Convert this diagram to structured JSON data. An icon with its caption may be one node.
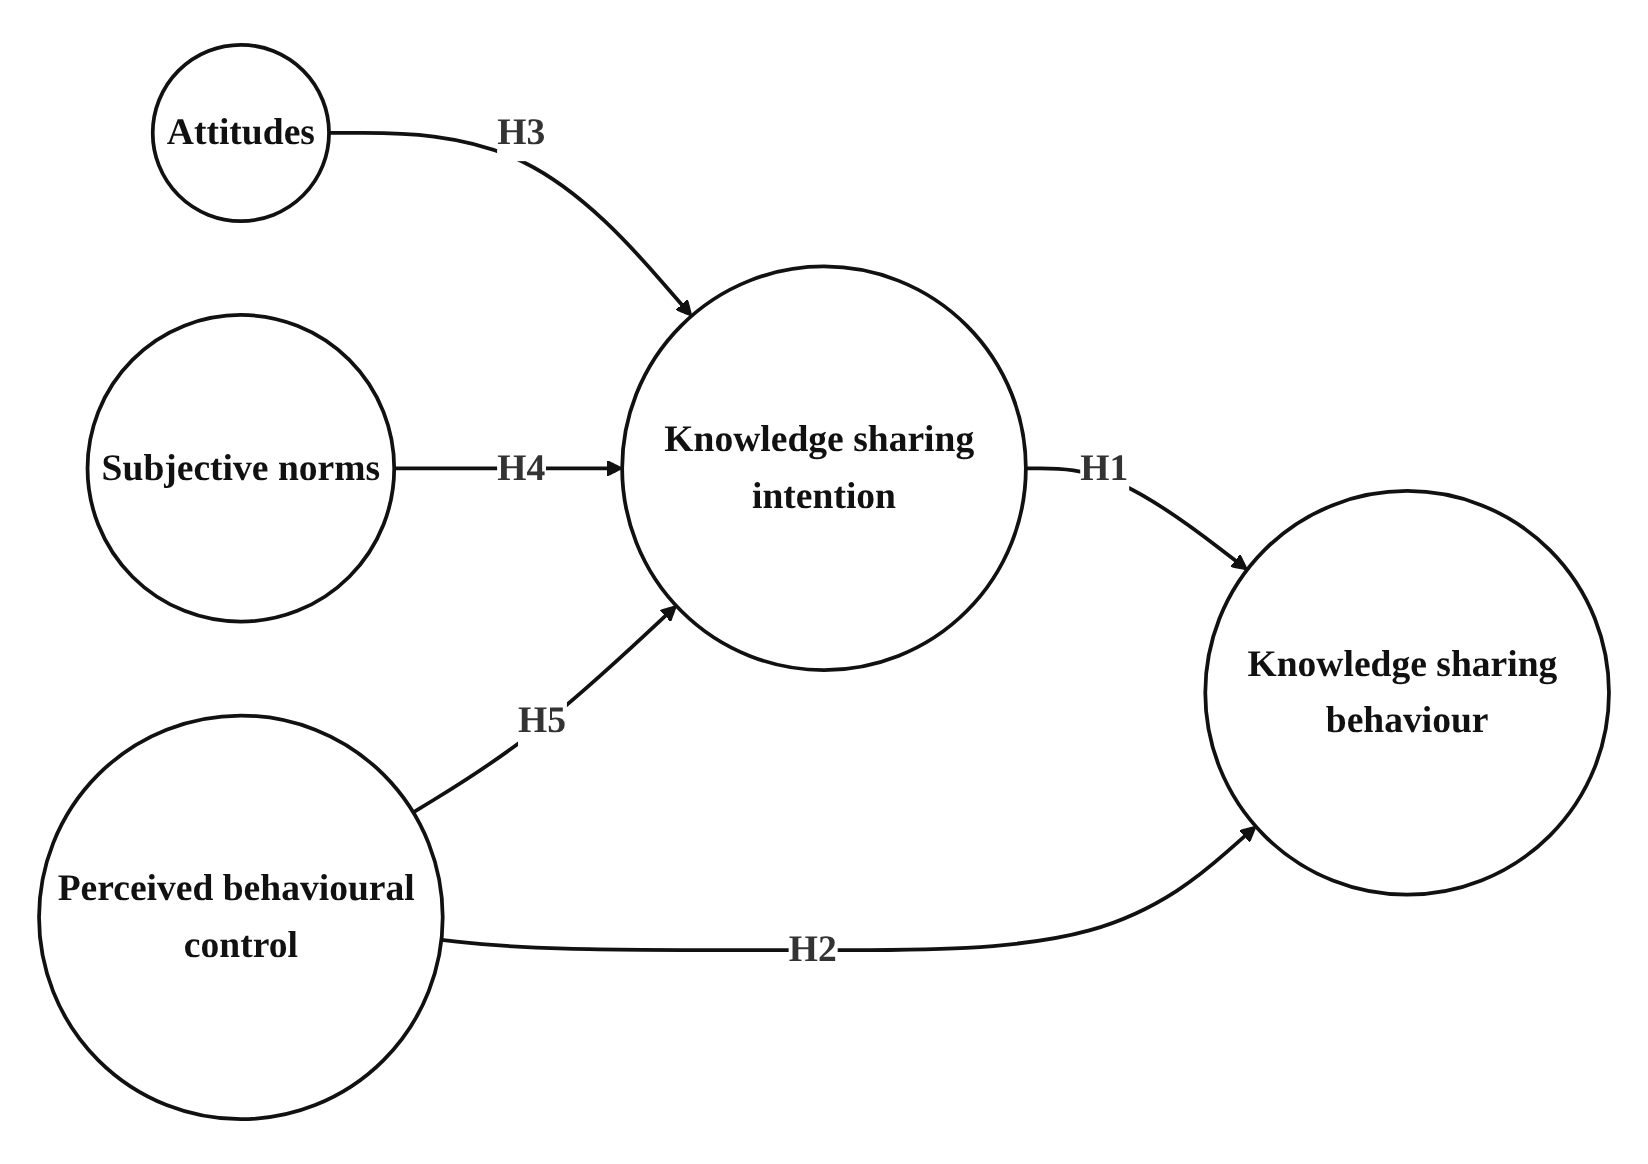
{
  "diagram": {
    "nodes": [
      {
        "text": [
          "Attitudes"
        ]
      },
      {
        "text": [
          "Subjective norms"
        ]
      },
      {
        "text": [
          "Knowledge sharing intention"
        ]
      },
      {
        "text": [
          "Knowledge sharing behaviour"
        ]
      },
      {
        "text": [
          "Perceived behavioural control"
        ]
      }
    ],
    "edges": [
      {
        "from": 0,
        "to": 2,
        "arrow": "to",
        "label": "H3"
      },
      {
        "from": 1,
        "to": 2,
        "arrow": "to",
        "label": "H4"
      },
      {
        "from": 2,
        "to": 3,
        "arrow": "to",
        "label": "H1"
      },
      {
        "from": 4,
        "to": 2,
        "arrow": "to",
        "label": "H5"
      },
      {
        "from": 4,
        "to": 3,
        "arrow": "to",
        "label": "H2"
      }
    ]
  }
}
